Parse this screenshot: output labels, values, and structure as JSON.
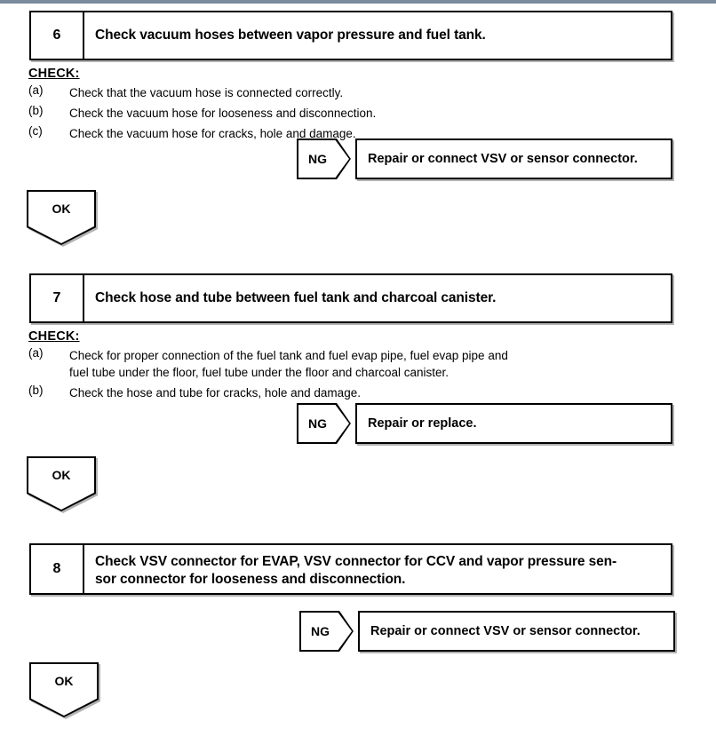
{
  "page": {
    "ok_label": "OK",
    "ng_label": "NG",
    "check_label": "CHECK:"
  },
  "steps": [
    {
      "number": "6",
      "title_lines": [
        "Check vacuum hoses between vapor pressure and fuel tank."
      ],
      "check_label": "CHECK:",
      "checks": [
        {
          "key": "(a)",
          "lines": [
            "Check that the vacuum hose is connected correctly."
          ]
        },
        {
          "key": "(b)",
          "lines": [
            "Check the vacuum hose for looseness and disconnection."
          ]
        },
        {
          "key": "(c)",
          "lines": [
            "Check the vacuum hose for cracks, hole and damage."
          ]
        }
      ],
      "ng": {
        "label": "NG",
        "result": "Repair or connect VSV or sensor connector."
      },
      "ok": {
        "label": "OK"
      }
    },
    {
      "number": "7",
      "title_lines": [
        "Check hose and tube between fuel tank and charcoal canister."
      ],
      "check_label": "CHECK:",
      "checks": [
        {
          "key": "(a)",
          "lines": [
            "Check for proper connection of the fuel tank and fuel evap pipe, fuel evap pipe and",
            "fuel tube under the floor, fuel tube under the floor and charcoal canister."
          ]
        },
        {
          "key": "(b)",
          "lines": [
            "Check the hose and tube for cracks, hole and damage."
          ]
        }
      ],
      "ng": {
        "label": "NG",
        "result": "Repair or replace."
      },
      "ok": {
        "label": "OK"
      }
    },
    {
      "number": "8",
      "title_lines": [
        "Check VSV connector for EVAP, VSV connector for CCV and vapor pressure sen-",
        "sor connector for looseness and disconnection."
      ],
      "checks": [],
      "ng": {
        "label": "NG",
        "result": "Repair or connect VSV or sensor connector."
      },
      "ok": {
        "label": "OK"
      }
    }
  ]
}
